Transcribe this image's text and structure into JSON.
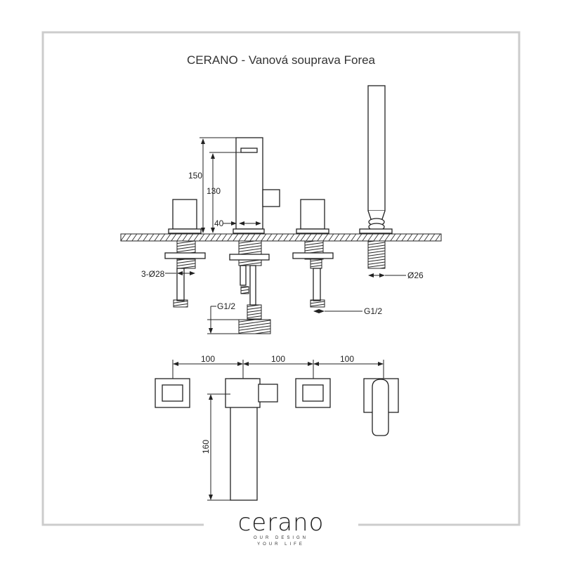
{
  "title": "CERANO - Vanová souprava Forea",
  "dimensions": {
    "h150": "150",
    "h130": "130",
    "w40": "40",
    "hole_dia": "3-Ø28",
    "shower_dia": "Ø26",
    "g_left": "G1/2",
    "g_right": "G1/2",
    "spacing1": "100",
    "spacing2": "100",
    "spacing3": "100",
    "depth160": "160"
  },
  "logo": {
    "word": "cerano",
    "tagline1": "OUR DESIGN",
    "tagline2": "YOUR LIFE"
  },
  "colors": {
    "frame": "#cccccc",
    "line": "#222222"
  }
}
